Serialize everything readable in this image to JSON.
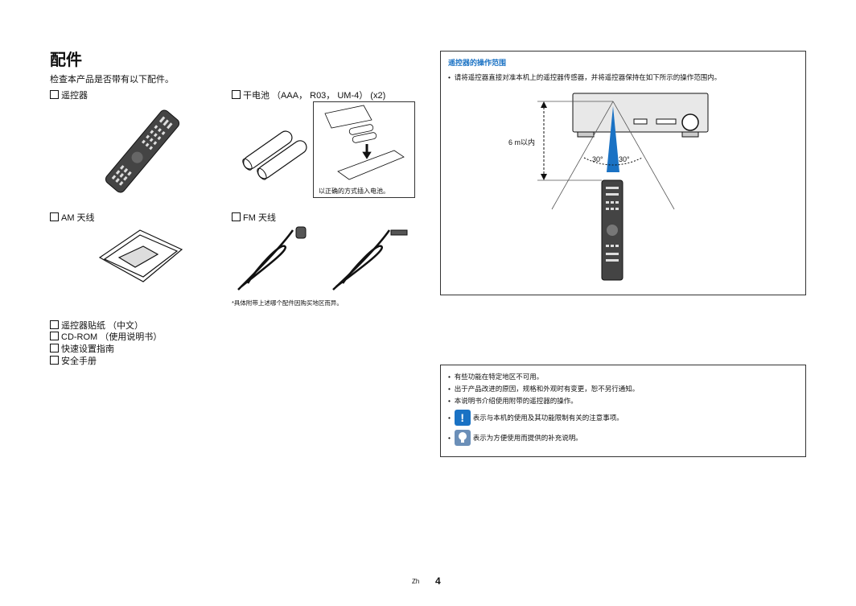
{
  "page": {
    "title": "配件",
    "intro": "检查本产品是否带有以下配件。",
    "accessories": {
      "remote": "遥控器",
      "batteries": "干电池 （AAA， R03， UM-4） (x2)",
      "am_antenna": "AM 天线",
      "fm_antenna": "FM 天线"
    },
    "battery_caption": "以正确的方式插入电池。",
    "footnote": "*具体附带上述哪个配件因购买地区而异。",
    "extras": [
      "遥控器贴纸 （中文）",
      "CD-ROM （使用说明书）",
      "快速设置指南",
      "安全手册"
    ],
    "checkbox_symbol": "☐"
  },
  "range_panel": {
    "heading": "遥控器的操作范围",
    "bullet": "请将遥控器直接对准本机上的遥控器传感器，并将遥控器保持在如下所示的操作范围内。",
    "distance_label": "6 m以内",
    "angle_left": "30°",
    "angle_right": "30°"
  },
  "notes_panel": {
    "items": [
      "有些功能在特定地区不可用。",
      "出于产品改进的原因，规格和外观时有变更，恕不另行通知。",
      "本说明书介绍使用附带的遥控器的操作。"
    ],
    "icon_notes": [
      {
        "icon": "caution-icon",
        "text": "表示与本机的使用及其功能限制有关的注意事项。"
      },
      {
        "icon": "hint-lightbulb-icon",
        "text": "表示为方便使用而提供的补充说明。"
      }
    ],
    "accent_color": "#1a72c4"
  },
  "footer": {
    "lang": "Zh",
    "page_number": "4"
  }
}
